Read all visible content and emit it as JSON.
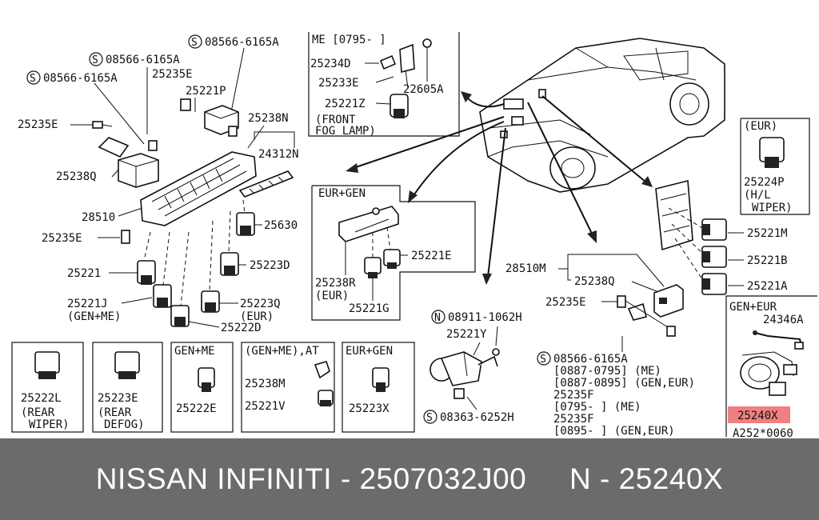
{
  "labels": {
    "s1": "08566-6165A",
    "s2": "08566-6165A",
    "s3": "08566-6165A",
    "p25235e_a": "25235E",
    "p25221p": "25221P",
    "p25235e_b": "25235E",
    "p25238n": "25238N",
    "p24312n": "24312N",
    "p25238q": "25238Q",
    "p28510": "28510",
    "p25235e_c": "25235E",
    "p25630": "25630",
    "p25221": "25221",
    "p25223d": "25223D",
    "p25221j": "25221J",
    "gen_me": "(GEN+ME)",
    "p25223q": "25223Q",
    "eur_p1": "(EUR)",
    "p25222d": "25222D",
    "me_range": "ME [0795-     ]",
    "p25234d": "25234D",
    "p25233e": "25233E",
    "p22605a": "22605A",
    "p25221z": "25221Z",
    "front": "(FRONT",
    "fog": "FOG LAMP)",
    "eur_gen_box": "EUR+GEN",
    "p25221e": "25221E",
    "p25238r": "25238R",
    "eur_p2": "(EUR)",
    "p25221g": "25221G",
    "eur_top": "(EUR)",
    "p25224p": "25224P",
    "hl": "(H/L",
    "wiper": "WIPER)",
    "p25221m": "25221M",
    "p25221b": "25221B",
    "p25221a": "25221A",
    "p28510m": "28510M",
    "p25238q2": "25238Q",
    "p25235e_d": "25235E",
    "n08911": "08911-1062H",
    "p25221y": "25221Y",
    "s08363": "08363-6252H",
    "s08566": "08566-6165A",
    "r1": "[0887-0795] (ME)",
    "r2": "[0887-0895] (GEN,EUR)",
    "p25235f_1": "25235F",
    "r3": "[0795-       ] (ME)",
    "p25235f_2": "25235F",
    "r4": "[0895-       ] (GEN,EUR)",
    "gen_eur_right": "GEN+EUR",
    "p24346a": "24346A",
    "p25240x": "25240X",
    "a252": "A252*0060",
    "b1_part": "25222L",
    "b1_note1": "(REAR",
    "b1_note2": "WIPER)",
    "b2_part": "25223E",
    "b2_note1": "(REAR",
    "b2_note2": "DEFOG)",
    "b3_head": "GEN+ME",
    "b3_part": "25222E",
    "b4_head": "(GEN+ME),AT",
    "b4_part1": "25238M",
    "b4_part2": "25221V",
    "b5_head": "EUR+GEN",
    "b5_part": "25223X",
    "circ_s": "S",
    "circ_n": "N"
  },
  "highlight_color": "#f08080",
  "footer": {
    "text": "NISSAN INFINITI - 2507032J00     N - 25240X"
  }
}
